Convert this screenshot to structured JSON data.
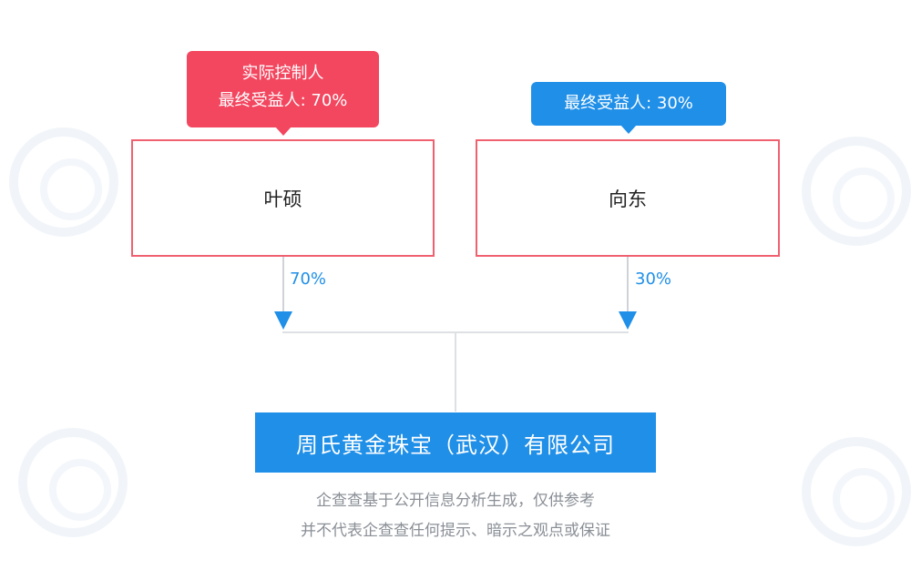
{
  "holders": [
    {
      "name": "叶硕",
      "tag_line1": "实际控制人",
      "tag_line2": "最终受益人: 70%",
      "share": "70%"
    },
    {
      "name": "向东",
      "tag_line1": "",
      "tag_line2": "最终受益人: 30%",
      "share": "30%"
    }
  ],
  "company": {
    "name": "周氏黄金珠宝（武汉）有限公司"
  },
  "disclaimer": {
    "line1": "企查查基于公开信息分析生成，仅供参考",
    "line2": "并不代表企查查任何提示、暗示之观点或保证"
  },
  "colors": {
    "controller_tag": "#f3465f",
    "beneficiary_tag": "#1f8fe8",
    "holder_border": "#f06170",
    "company_bg": "#1f8fe8"
  }
}
